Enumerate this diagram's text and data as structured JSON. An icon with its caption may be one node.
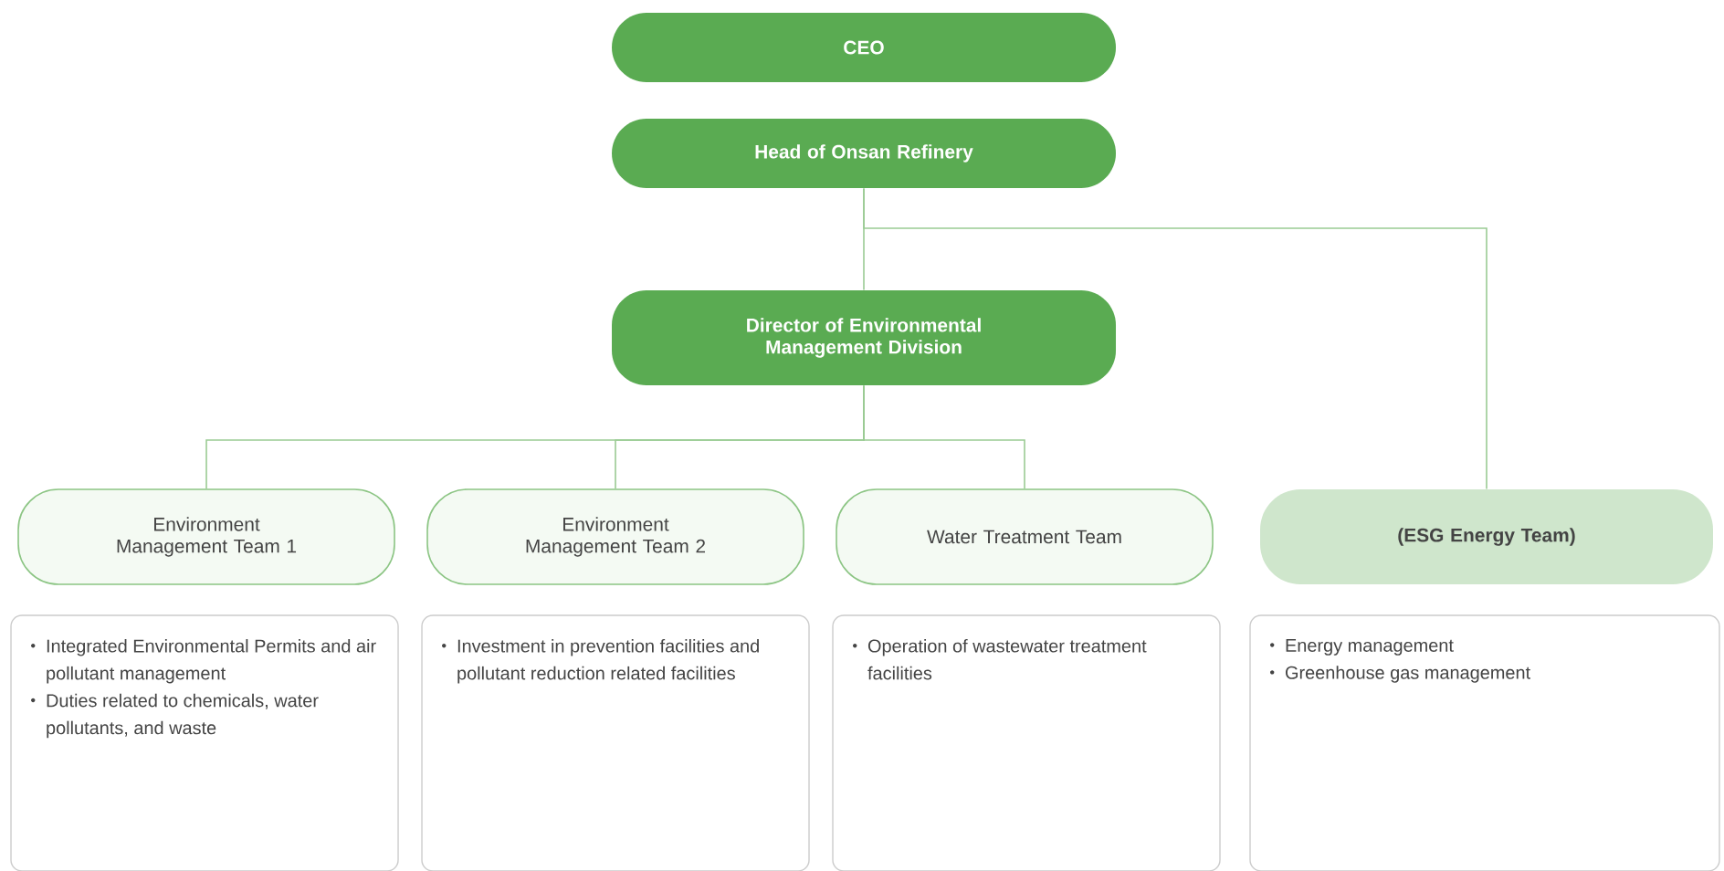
{
  "diagram": {
    "nodes": [
      {
        "text": [
          "CEO"
        ]
      },
      {
        "text": [
          "Head of Onsan Refinery"
        ]
      },
      {
        "text": [
          "Director of Environmental Management Division"
        ]
      },
      {
        "text": [
          "Environment Management Team 1"
        ]
      },
      {
        "text": [
          "Environment Management Team 2"
        ]
      },
      {
        "text": [
          "Water Treatment Team"
        ]
      },
      {
        "text": [
          "(ESG Energy Team)"
        ]
      },
      {
        "text": [
          "Integrated Environmental Permits and air pollutant management",
          "Duties related to chemicals, water pollutants, and waste"
        ]
      },
      {
        "text": [
          "Investment in prevention facilities and pollutant reduction related facilities"
        ]
      },
      {
        "text": [
          "Operation of wastewater treatment facilities"
        ]
      },
      {
        "text": [
          "Energy management",
          "Greenhouse gas management"
        ]
      }
    ],
    "edges": [
      {
        "from": 1,
        "to": 2,
        "arrow": "none"
      },
      {
        "from": 1,
        "to": 6,
        "arrow": "none"
      },
      {
        "from": 2,
        "to": 3,
        "arrow": "none"
      },
      {
        "from": 2,
        "to": 4,
        "arrow": "none"
      },
      {
        "from": 2,
        "to": 5,
        "arrow": "none"
      }
    ]
  }
}
